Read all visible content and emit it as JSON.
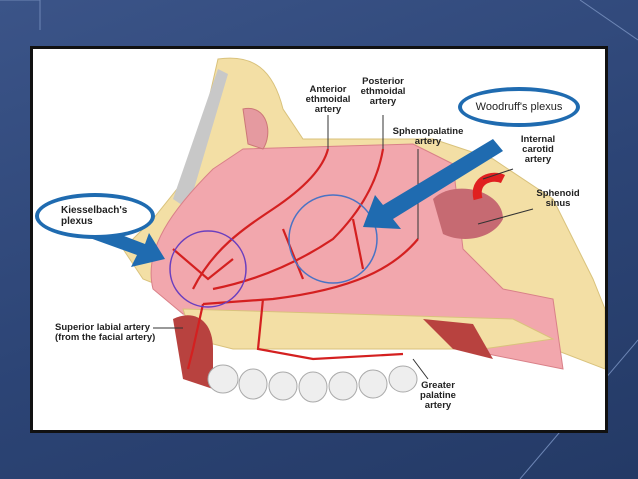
{
  "slide": {
    "labels": {
      "anterior_ethmoidal": "Anterior ethmoidal artery",
      "posterior_ethmoidal": "Posterior ethmoidal artery",
      "sphenopalatine": "Sphenopalatine artery",
      "internal_carotid": "Internal carotid artery",
      "sphenoid_sinus": "Sphenoid sinus",
      "superior_labial": "Superior labial artery (from the facial artery)",
      "greater_palatine": "Greater palatine artery"
    },
    "callouts": {
      "woodruff": "Woodruff's plexus",
      "kiesselbach": "Kiesselbach's plexus"
    },
    "colors": {
      "arrow": "#1f6bb0",
      "artery": "#d42020",
      "mucosa": "#f2a7ad",
      "bone": "#f3dfa5"
    }
  }
}
